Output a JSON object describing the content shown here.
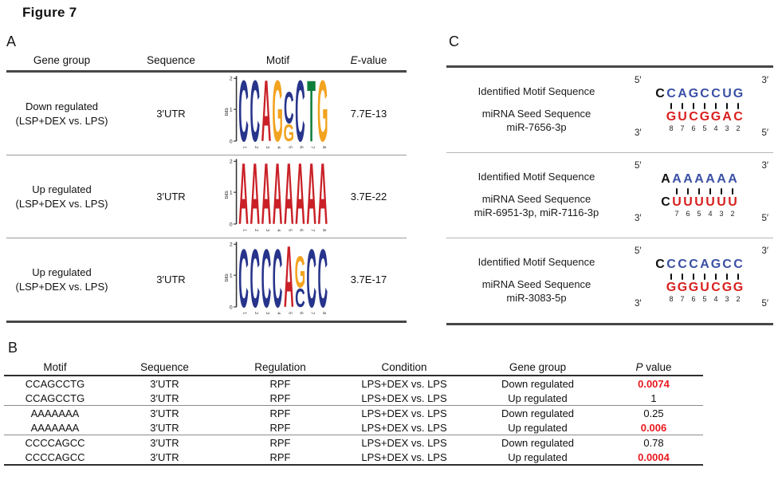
{
  "figure_title": "Figure 7",
  "colors": {
    "significant_red": "#e8191f",
    "seq_blue": "#3a50a5",
    "seq_red": "#d8201f",
    "seq_black": "#111111",
    "logo": {
      "A": "#c92127",
      "C": "#27348b",
      "G": "#f2a31f",
      "T": "#0e7e3b",
      "U": "#d8201f"
    }
  },
  "panel_a": {
    "label": "A",
    "headers": [
      {
        "italic": "",
        "text": "Gene group"
      },
      {
        "italic": "",
        "text": "Sequence"
      },
      {
        "italic": "",
        "text": "Motif"
      },
      {
        "italic": "E",
        "text": "-value"
      }
    ],
    "rows": [
      {
        "gene_group_line1": "Down regulated",
        "gene_group_line2": "(LSP+DEX vs. LPS)",
        "sequence": "3′UTR",
        "evalue": "7.7E-13",
        "logo": {
          "ylabel": "bits",
          "yticks": [
            "2",
            "1",
            "0"
          ],
          "xticks": [
            "1",
            "2",
            "3",
            "4",
            "5",
            "6",
            "7",
            "8"
          ],
          "positions": [
            [
              {
                "ch": "C",
                "bits": 1.95
              }
            ],
            [
              {
                "ch": "C",
                "bits": 1.95
              }
            ],
            [
              {
                "ch": "A",
                "bits": 1.95
              }
            ],
            [
              {
                "ch": "G",
                "bits": 1.95
              }
            ],
            [
              {
                "ch": "C",
                "bits": 1.0
              },
              {
                "ch": "G",
                "bits": 0.55
              }
            ],
            [
              {
                "ch": "C",
                "bits": 1.95
              }
            ],
            [
              {
                "ch": "T",
                "bits": 1.95
              }
            ],
            [
              {
                "ch": "G",
                "bits": 1.95
              }
            ]
          ]
        }
      },
      {
        "gene_group_line1": "Up regulated",
        "gene_group_line2": "(LSP+DEX vs. LPS)",
        "sequence": "3′UTR",
        "evalue": "3.7E-22",
        "logo": {
          "ylabel": "bits",
          "yticks": [
            "2",
            "1",
            "0"
          ],
          "xticks": [
            "1",
            "2",
            "3",
            "4",
            "5",
            "6",
            "7",
            "8"
          ],
          "positions": [
            [
              {
                "ch": "A",
                "bits": 1.95
              }
            ],
            [
              {
                "ch": "A",
                "bits": 1.95
              }
            ],
            [
              {
                "ch": "A",
                "bits": 1.95
              }
            ],
            [
              {
                "ch": "A",
                "bits": 1.95
              }
            ],
            [
              {
                "ch": "A",
                "bits": 1.95
              }
            ],
            [
              {
                "ch": "A",
                "bits": 1.95
              }
            ],
            [
              {
                "ch": "A",
                "bits": 1.95
              }
            ],
            [
              {
                "ch": "A",
                "bits": 1.95
              }
            ]
          ]
        }
      },
      {
        "gene_group_line1": "Up regulated",
        "gene_group_line2": "(LSP+DEX vs. LPS)",
        "sequence": "3′UTR",
        "evalue": "3.7E-17",
        "logo": {
          "ylabel": "bits",
          "yticks": [
            "2",
            "1",
            "0"
          ],
          "xticks": [
            "1",
            "2",
            "3",
            "4",
            "5",
            "6",
            "7",
            "8"
          ],
          "positions": [
            [
              {
                "ch": "C",
                "bits": 1.85
              }
            ],
            [
              {
                "ch": "C",
                "bits": 1.85
              }
            ],
            [
              {
                "ch": "C",
                "bits": 1.85
              }
            ],
            [
              {
                "ch": "C",
                "bits": 1.85
              }
            ],
            [
              {
                "ch": "A",
                "bits": 1.95
              }
            ],
            [
              {
                "ch": "G",
                "bits": 1.0
              },
              {
                "ch": "C",
                "bits": 0.6
              }
            ],
            [
              {
                "ch": "C",
                "bits": 1.85
              }
            ],
            [
              {
                "ch": "C",
                "bits": 1.85
              }
            ]
          ]
        }
      }
    ]
  },
  "panel_c": {
    "label": "C",
    "blocks": [
      {
        "row1": "Identified Motif Sequence",
        "row2": "miRNA Seed Sequence",
        "row3": "miR-7656-3p",
        "align": {
          "top_left": "5′",
          "top_right": "3′",
          "bottom_left": "3′",
          "bottom_right": "5′",
          "motif_prefix": "C",
          "motif_paired": "CAGCCUG",
          "seed_prefix": "",
          "seed_letters": "GUCGGAC",
          "numbers": [
            "8",
            "7",
            "6",
            "5",
            "4",
            "3",
            "2"
          ]
        }
      },
      {
        "row1": "Identified Motif Sequence",
        "row2": "miRNA Seed Sequence",
        "row3": "miR-6951-3p, miR-7116-3p",
        "align": {
          "top_left": "5′",
          "top_right": "3′",
          "bottom_left": "3′",
          "bottom_right": "5′",
          "motif_prefix": "A",
          "motif_paired": "AAAAAA",
          "seed_prefix": "C",
          "seed_letters": "UUUUUU",
          "numbers": [
            "7",
            "6",
            "5",
            "4",
            "3",
            "2"
          ]
        }
      },
      {
        "row1": "Identified Motif Sequence",
        "row2": "miRNA Seed Sequence",
        "row3": "miR-3083-5p",
        "align": {
          "top_left": "5′",
          "top_right": "3′",
          "bottom_left": "3′",
          "bottom_right": "5′",
          "motif_prefix": "C",
          "motif_paired": "CCCAGCC",
          "seed_prefix": "",
          "seed_letters": "GGGUCGG",
          "numbers": [
            "8",
            "7",
            "6",
            "5",
            "4",
            "3",
            "2"
          ]
        }
      }
    ]
  },
  "panel_b": {
    "label": "B",
    "headers": [
      {
        "italic": "",
        "text": "Motif"
      },
      {
        "italic": "",
        "text": "Sequence"
      },
      {
        "italic": "",
        "text": "Regulation"
      },
      {
        "italic": "",
        "text": "Condition"
      },
      {
        "italic": "",
        "text": "Gene group"
      },
      {
        "italic": "P",
        "text": " value"
      }
    ],
    "rows": [
      {
        "motif": "CCAGCCTG",
        "sequence": "3′UTR",
        "regulation": "RPF",
        "condition": "LPS+DEX vs. LPS",
        "gene_group": "Down regulated",
        "p_value": "0.0074",
        "significant": true
      },
      {
        "motif": "CCAGCCTG",
        "sequence": "3′UTR",
        "regulation": "RPF",
        "condition": "LPS+DEX vs. LPS",
        "gene_group": "Up regulated",
        "p_value": "1",
        "significant": false
      },
      {
        "motif": "AAAAAAA",
        "sequence": "3′UTR",
        "regulation": "RPF",
        "condition": "LPS+DEX vs. LPS",
        "gene_group": "Down regulated",
        "p_value": "0.25",
        "significant": false
      },
      {
        "motif": "AAAAAAA",
        "sequence": "3′UTR",
        "regulation": "RPF",
        "condition": "LPS+DEX vs. LPS",
        "gene_group": "Up regulated",
        "p_value": "0.006",
        "significant": true
      },
      {
        "motif": "CCCCAGCC",
        "sequence": "3′UTR",
        "regulation": "RPF",
        "condition": "LPS+DEX vs. LPS",
        "gene_group": "Down regulated",
        "p_value": "0.78",
        "significant": false
      },
      {
        "motif": "CCCCAGCC",
        "sequence": "3′UTR",
        "regulation": "RPF",
        "condition": "LPS+DEX vs. LPS",
        "gene_group": "Up regulated",
        "p_value": "0.0004",
        "significant": true
      }
    ],
    "group_separator_after_rows": [
      1,
      3
    ]
  }
}
